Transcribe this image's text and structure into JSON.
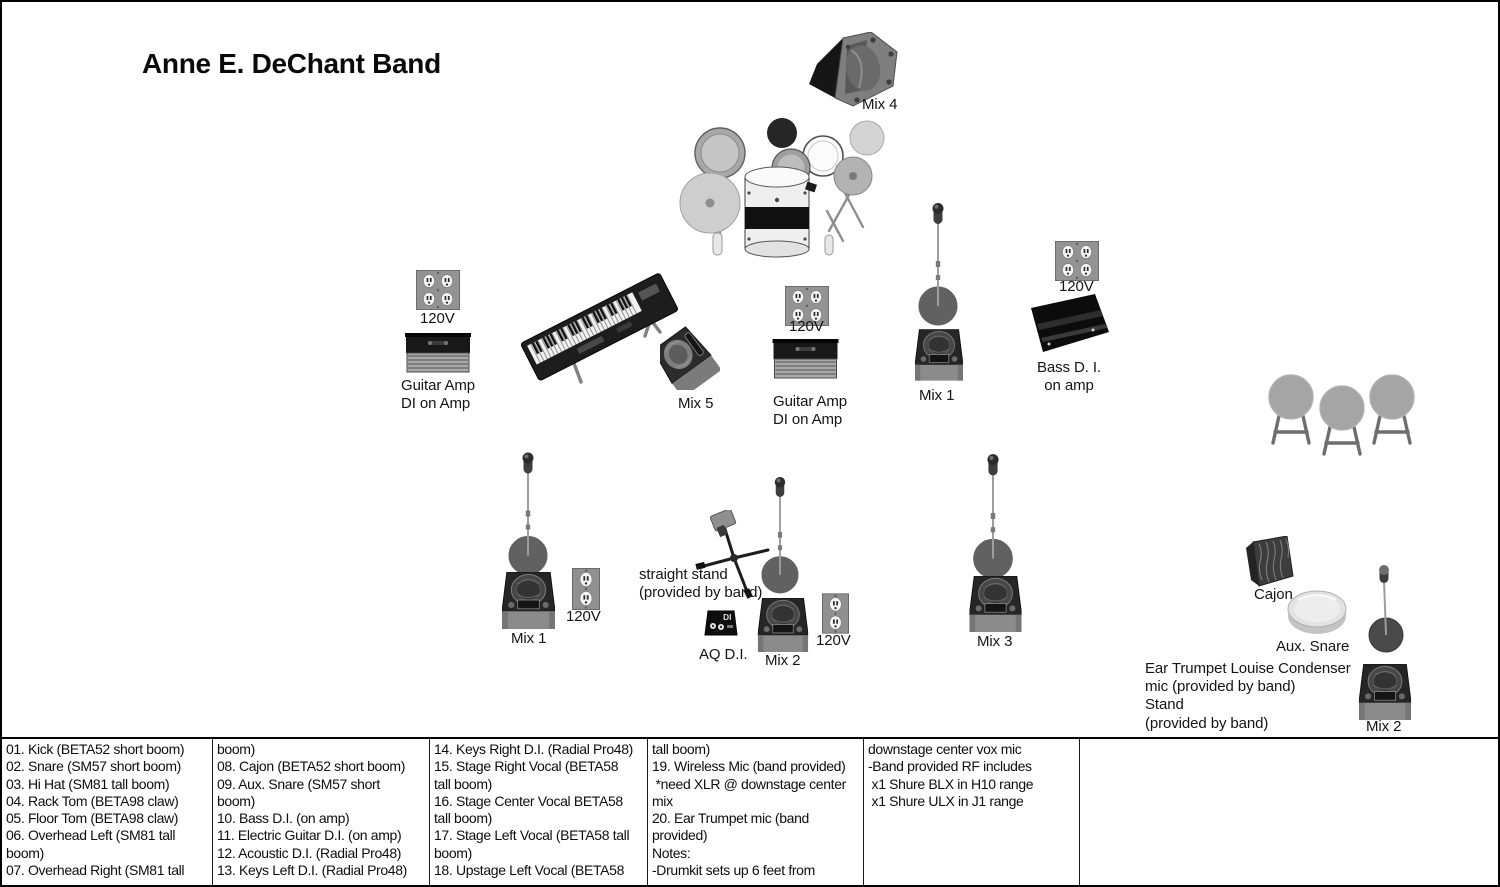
{
  "title": "Anne E. DeChant Band",
  "stage": {
    "power_label": "120V",
    "monitors": {
      "mix1_upstage": "Mix 1",
      "mix1_downstage": "Mix 1",
      "mix2_center": "Mix 2",
      "mix2_right": "Mix 2",
      "mix3": "Mix 3",
      "mix4": "Mix 4",
      "mix5": "Mix 5"
    },
    "gear": {
      "guitar_amp_left": "Guitar Amp\nDI on Amp",
      "guitar_amp_center": "Guitar Amp\nDI on Amp",
      "bass_di": "Bass D. I.\non amp",
      "aq_di": "AQ D.I.",
      "aq_di_logo": "DI",
      "cajon": "Cajon",
      "aux_snare": "Aux. Snare",
      "straight_stand": "straight stand\n(provided by band)",
      "ear_trumpet_note": "Ear Trumpet Louise Condenser\nmic (provided by band)\nStand\n(provided by band)"
    }
  },
  "input_list": {
    "columns": [
      {
        "text": "01. Kick (BETA52 short boom)\n02. Snare (SM57 short boom)\n03. Hi Hat (SM81 tall boom)\n04. Rack Tom (BETA98 claw)\n05. Floor Tom (BETA98 claw)\n06. Overhead Left (SM81 tall\nboom)\n07. Overhead Right (SM81 tall"
      },
      {
        "text": "boom)\n08. Cajon (BETA52 short boom)\n09. Aux. Snare (SM57 short\nboom)\n10. Bass D.I. (on amp)\n11. Electric Guitar D.I. (on amp)\n12. Acoustic D.I. (Radial Pro48)\n13. Keys Left D.I. (Radial Pro48)"
      },
      {
        "text": "14. Keys Right D.I. (Radial Pro48)\n15. Stage Right Vocal (BETA58\ntall boom)\n16. Stage Center Vocal BETA58\ntall boom)\n17. Stage Left Vocal (BETA58 tall\nboom)\n18. Upstage Left Vocal (BETA58"
      },
      {
        "text": "tall boom)\n19. Wireless Mic (band provided)\n *need XLR @ downstage center\nmix\n20. Ear Trumpet mic (band\nprovided)\nNotes:\n-Drumkit sets up 6 feet from"
      },
      {
        "text": "downstage center vox mic\n-Band provided RF includes\n x1 Shure BLX in H10 range\n x1 Shure ULX in J1 range"
      },
      {
        "text": ""
      }
    ]
  }
}
